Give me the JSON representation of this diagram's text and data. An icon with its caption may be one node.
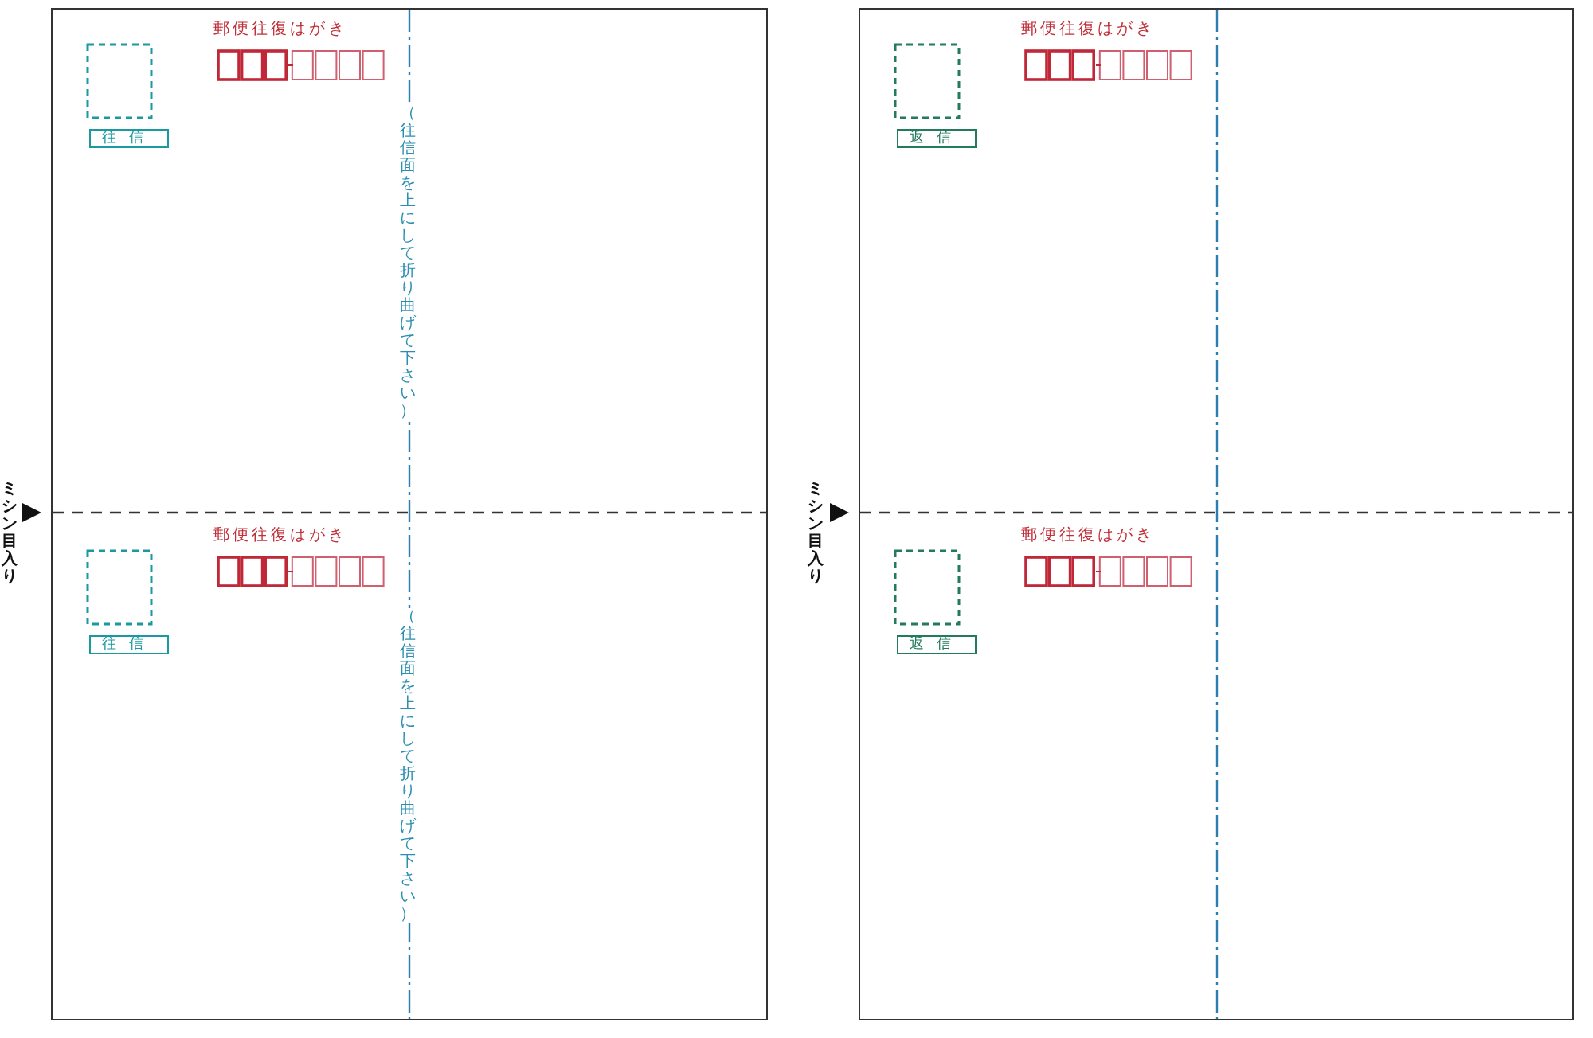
{
  "diagram": {
    "nodes": [
      {
        "text": [],
        "shape": "box"
      },
      {
        "text": [],
        "shape": "box"
      }
    ],
    "labels": [
      "郵便往復はがき",
      "往信",
      "郵便往復はがき",
      "返信",
      "（往信面を上にして折り曲げて下さい）",
      "ミシン目入り",
      "ミシン目入り",
      "郵便往復はがき",
      "往信",
      "郵便往復はがき",
      "返信",
      "（往信面を上にして折り曲げて下さい）"
    ]
  }
}
